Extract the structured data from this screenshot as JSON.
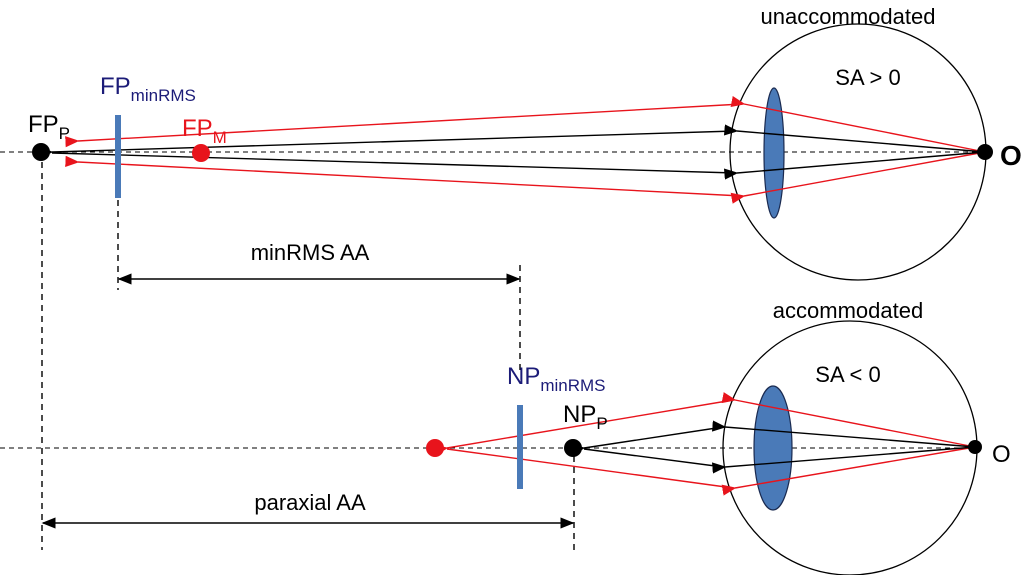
{
  "top": {
    "state_label": "unaccommodated",
    "sa_label": "SA > 0",
    "object_label": "O",
    "fp_minrms": {
      "main": "FP",
      "sub": "minRMS"
    },
    "fp_p": {
      "main": "FP",
      "sub": "P"
    },
    "fp_m": {
      "main": "FP",
      "sub": "M"
    }
  },
  "bottom": {
    "state_label": "accommodated",
    "sa_label": "SA < 0",
    "object_label": "O",
    "np_minrms": {
      "main": "NP",
      "sub": "minRMS"
    },
    "np_p": {
      "main": "NP",
      "sub": "P"
    }
  },
  "measures": {
    "minrms_aa": "minRMS AA",
    "paraxial_aa": "paraxial AA"
  },
  "colors": {
    "red": "#e8141c",
    "blue": "#4a7ab8",
    "navy": "#1c1c78",
    "black": "#000000"
  }
}
